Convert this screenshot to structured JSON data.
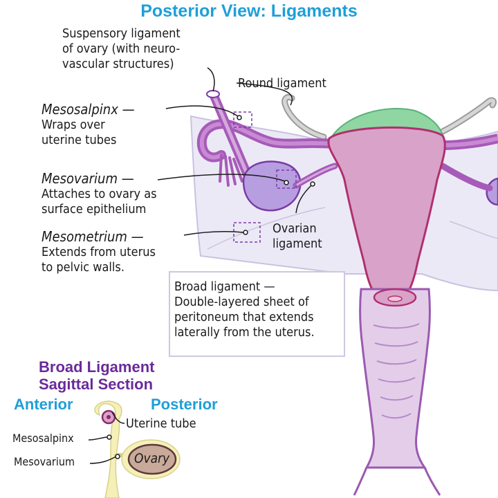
{
  "title": "Posterior View: Ligaments",
  "labels": {
    "suspensory": [
      "Suspensory ligament",
      "of ovary (with neuro-",
      "vascular structures)"
    ],
    "round": "Round ligament",
    "mesosalpinx_head": "Mesosalpinx",
    "mesosalpinx_desc": [
      "Wraps over",
      "uterine tubes"
    ],
    "mesovarium_head": "Mesovarium",
    "mesovarium_desc": [
      "Attaches to ovary as",
      "surface epithelium"
    ],
    "mesometrium_head": "Mesometrium",
    "mesometrium_desc": [
      "Extends from uterus",
      "to pelvic walls."
    ],
    "ovarian": [
      "Ovarian",
      "ligament"
    ],
    "broad_box": [
      "Broad ligament",
      "Double-layered sheet of",
      "peritoneum that extends",
      "laterally from the uterus."
    ]
  },
  "sagittal": {
    "title": [
      "Broad Ligament",
      "Sagittal Section"
    ],
    "anterior": "Anterior",
    "posterior": "Posterior",
    "uterine_tube": "Uterine tube",
    "mesosalpinx": "Mesosalpinx",
    "mesovarium": "Mesovarium",
    "ovary": "Ovary"
  },
  "colors": {
    "title_blue": "#1e9fd8",
    "section_purple": "#6a2a9a",
    "uterus_pink": "#d9a3c9",
    "outline_magenta": "#b0306e",
    "tube_purple": "#a65bb8",
    "ovary_violet": "#b79ee0",
    "broad_ligament": "#ece9f6",
    "fundus_green": "#8fd6a2",
    "ovary_brown": "#c9a99a"
  }
}
